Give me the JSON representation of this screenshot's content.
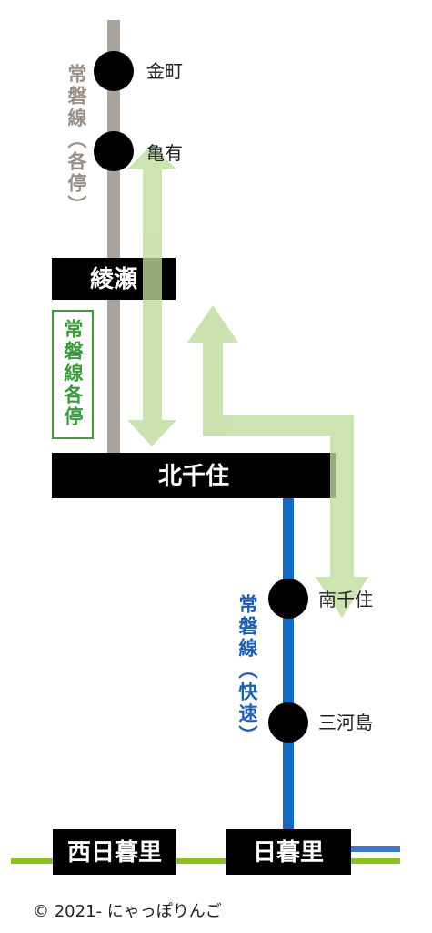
{
  "colors": {
    "joban_local_line": "#aaa49d",
    "joban_rapid_line": "#1669c2",
    "yamanote_green": "#8cc21f",
    "transfer_arrow": "#c0dea0",
    "station_box": "#000000",
    "local_label": "#999088",
    "local_badge": "#3e9a3e",
    "rapid_label": "#1f5fae"
  },
  "lines": {
    "joban_local_label": "常磐線（各停）",
    "joban_local_badge": "常磐線各停",
    "joban_rapid_label": "常磐線（快速）"
  },
  "stations": {
    "kanamachi": "金町",
    "kameari": "亀有",
    "ayase": "綾瀬",
    "kitasenju": "北千住",
    "minamisenju": "南千住",
    "mikawashima": "三河島",
    "nishi_nippori": "西日暮里",
    "nippori": "日暮里"
  },
  "footer": {
    "copyright": "© 2021- にゃっぽりんご"
  }
}
